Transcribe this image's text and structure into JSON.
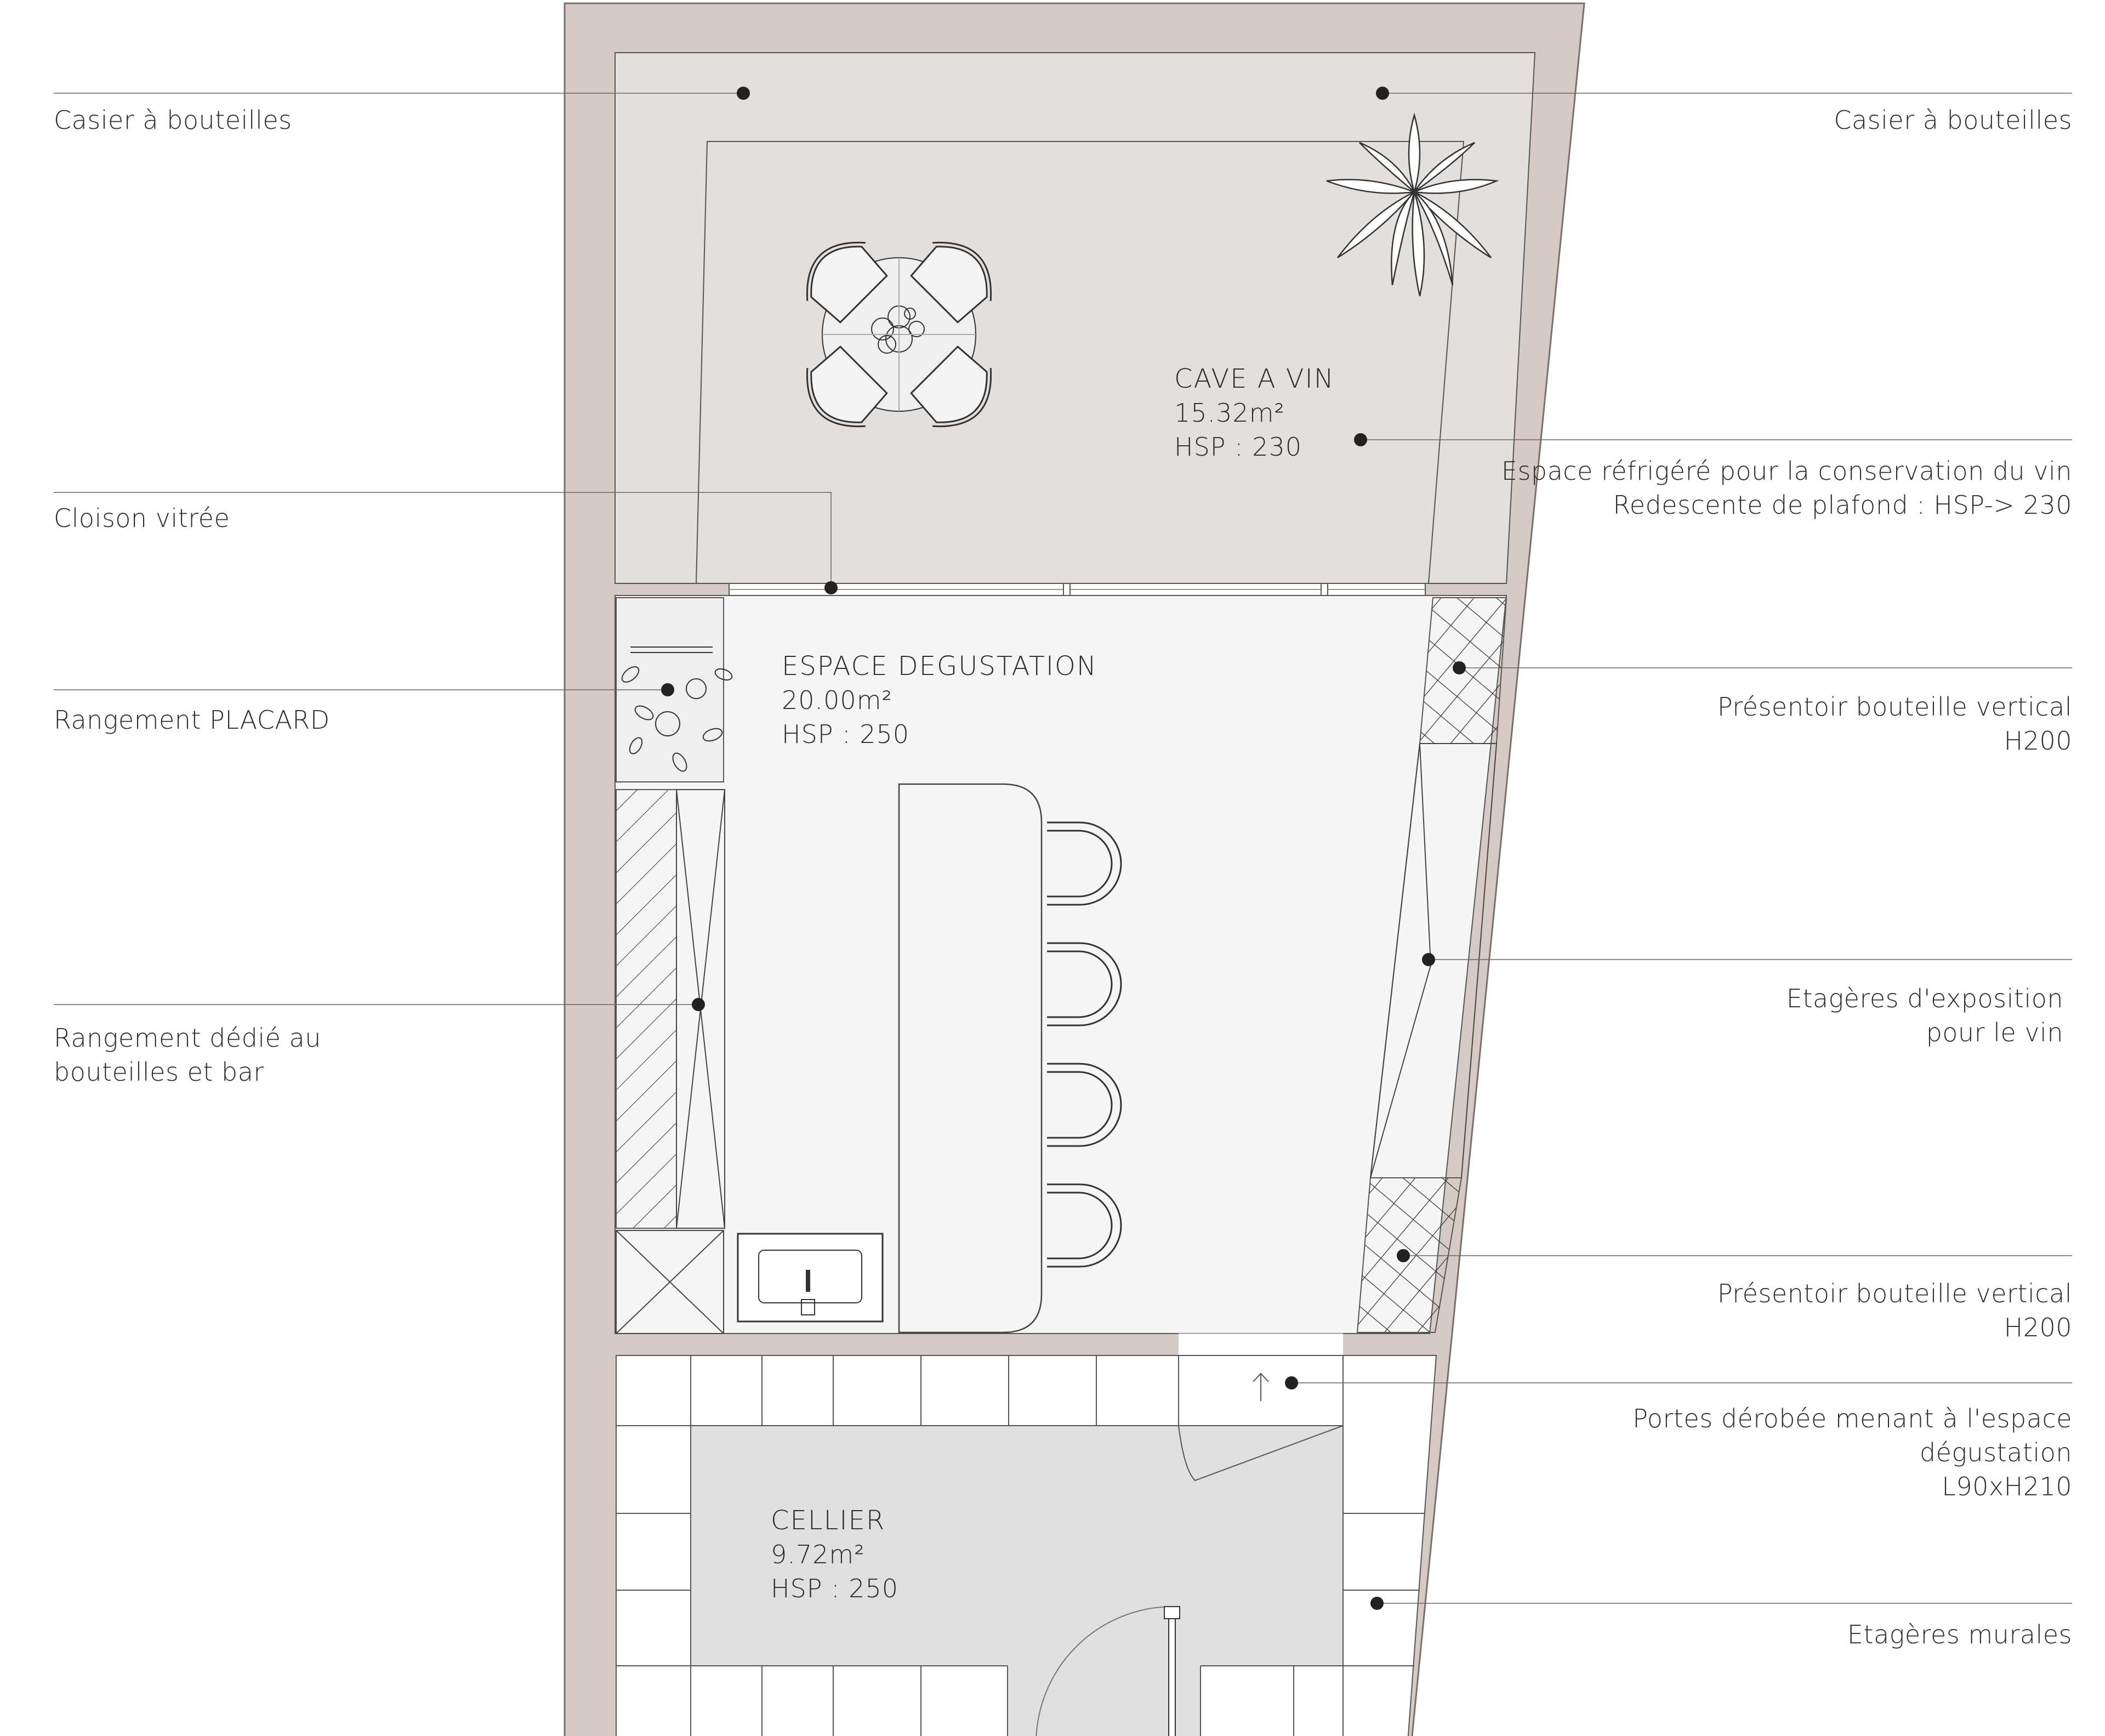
{
  "colors": {
    "wall": "#d6cac7",
    "wall_line": "#7a6f6d",
    "wine_cellar_floor": "#e3dfdd",
    "tasting_floor": "#f5f5f5",
    "storeroom_floor": "#e0e0e0",
    "line": "#333333"
  },
  "rooms": {
    "cave": {
      "name": "CAVE A VIN",
      "area": "15.32m²",
      "height": "HSP : 230"
    },
    "degustation": {
      "name": "ESPACE DEGUSTATION",
      "area": "20.00m²",
      "height": "HSP : 250"
    },
    "cellier": {
      "name": "CELLIER",
      "area": "9.72m²",
      "height": "HSP : 250"
    }
  },
  "annotations_left": [
    {
      "lines": [
        "Casier à bouteilles"
      ]
    },
    {
      "lines": [
        "Cloison vitrée"
      ]
    },
    {
      "lines": [
        "Rangement PLACARD"
      ]
    },
    {
      "lines": [
        "Rangement dédié au",
        "bouteilles et bar"
      ]
    }
  ],
  "annotations_right": [
    {
      "lines": [
        "Casier à bouteilles"
      ]
    },
    {
      "lines": [
        "Espace réfrigéré pour la conservation du vin",
        "Redescente de plafond : HSP-> 230"
      ]
    },
    {
      "lines": [
        "Présentoir bouteille vertical",
        "H200"
      ]
    },
    {
      "lines": [
        "Etagères d'exposition",
        "pour le vin"
      ]
    },
    {
      "lines": [
        "Présentoir bouteille vertical",
        "H200"
      ]
    },
    {
      "lines": [
        "Portes dérobée menant à l'espace",
        "dégustation",
        "L90xH210"
      ]
    },
    {
      "lines": [
        "Etagères murales"
      ]
    }
  ]
}
